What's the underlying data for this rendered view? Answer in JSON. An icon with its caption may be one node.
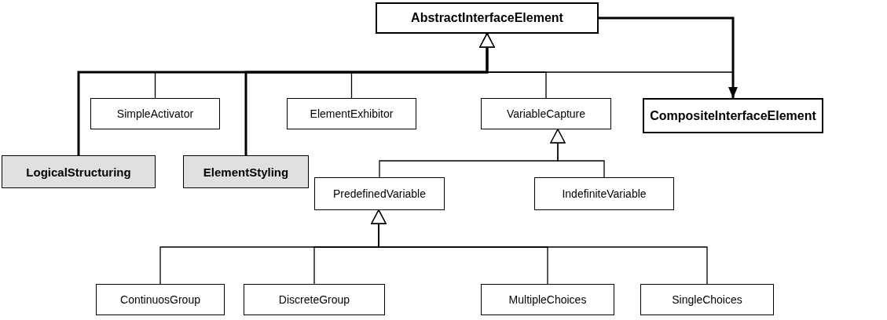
{
  "diagram": {
    "nodes": [
      {
        "text": [
          "AbstractInterfaceElement"
        ]
      },
      {
        "text": [
          "SimpleActivator"
        ]
      },
      {
        "text": [
          "ElementExhibitor"
        ]
      },
      {
        "text": [
          "VariableCapture"
        ]
      },
      {
        "text": [
          "CompositeInterfaceElement"
        ]
      },
      {
        "text": [
          "LogicalStructuring"
        ]
      },
      {
        "text": [
          "ElementStyling"
        ]
      },
      {
        "text": [
          "PredefinedVariable"
        ]
      },
      {
        "text": [
          "IndefiniteVariable"
        ]
      },
      {
        "text": [
          "ContinuosGroup"
        ]
      },
      {
        "text": [
          "DiscreteGroup"
        ]
      },
      {
        "text": [
          "MultipleChoices"
        ]
      },
      {
        "text": [
          "SingleChoices"
        ]
      }
    ],
    "edges": [
      {
        "from": 0,
        "to": 4,
        "arrow": "to",
        "style": "thick"
      },
      {
        "from": 5,
        "to": 0,
        "arrow": "to",
        "style": "thick"
      },
      {
        "from": 1,
        "to": 0,
        "arrow": "to"
      },
      {
        "from": 6,
        "to": 0,
        "arrow": "to",
        "style": "thick"
      },
      {
        "from": 2,
        "to": 0,
        "arrow": "to"
      },
      {
        "from": 3,
        "to": 0,
        "arrow": "to"
      },
      {
        "from": 4,
        "to": 0,
        "arrow": "to"
      },
      {
        "from": 7,
        "to": 3,
        "arrow": "to"
      },
      {
        "from": 8,
        "to": 3,
        "arrow": "to"
      },
      {
        "from": 9,
        "to": 7,
        "arrow": "to"
      },
      {
        "from": 10,
        "to": 7,
        "arrow": "to"
      },
      {
        "from": 11,
        "to": 7,
        "arrow": "to"
      },
      {
        "from": 12,
        "to": 7,
        "arrow": "to"
      }
    ]
  }
}
